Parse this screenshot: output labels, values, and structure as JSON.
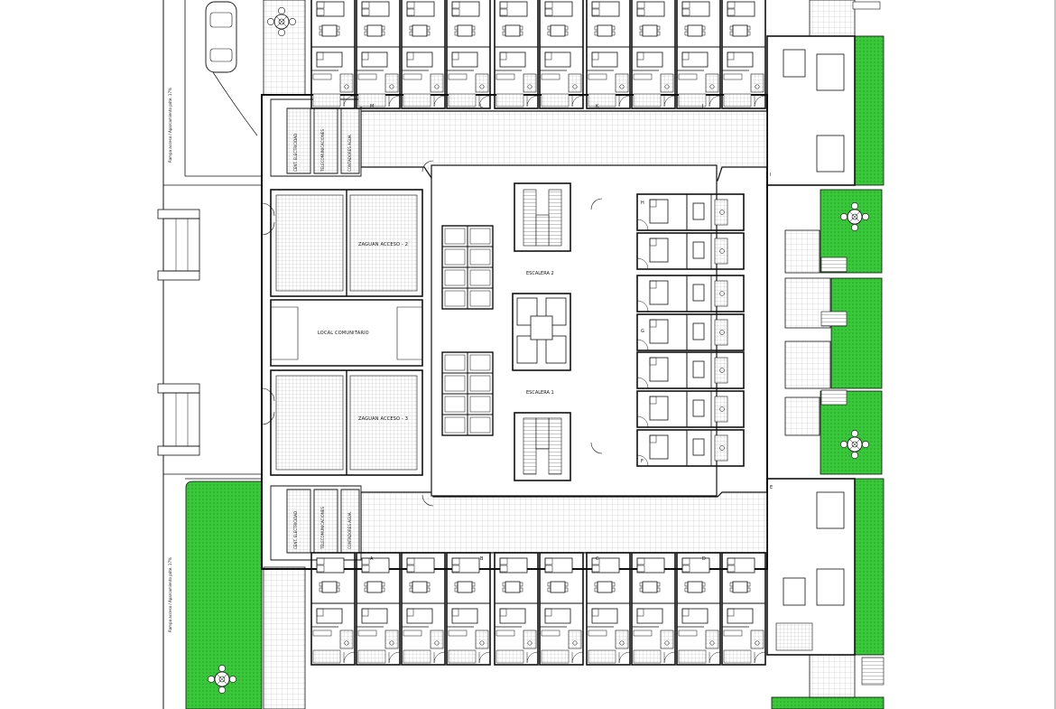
{
  "plan": {
    "rooms": {
      "zaguan_2": "ZAGUAN ACCESO - 2",
      "zaguan_3": "ZAGUAN ACCESO - 3",
      "local": "LOCAL COMUNITARIO",
      "escalera_top": "ESCALERA 2",
      "escalera_bottom": "ESCALERA 1"
    },
    "vertical_labels": {
      "ct_top": "CENT. ELECTRICIDAD",
      "tele_top": "TELECOMUNICACIONES",
      "agua_top": "CONTADORES AGUA",
      "ct_bottom": "CENT. ELECTRICIDAD",
      "tele_bottom": "TELECOMUNICACIONES",
      "agua_bottom": "CONTADORES AGUA",
      "ramp_top": "Rampa acceso / Aparcamiento pdte. 17%",
      "ramp_bottom": "Rampa acceso / Aparcamiento pdte. 17%"
    },
    "units": {
      "top": [
        "M",
        "L",
        "K",
        "J"
      ],
      "bottom": [
        "A",
        "B",
        "C",
        "D"
      ],
      "right": [
        "H",
        "G",
        "F",
        "E",
        "I"
      ]
    },
    "colors": {
      "garden": "#33cc33",
      "line": "#111111",
      "tile": "#dddddd"
    }
  }
}
